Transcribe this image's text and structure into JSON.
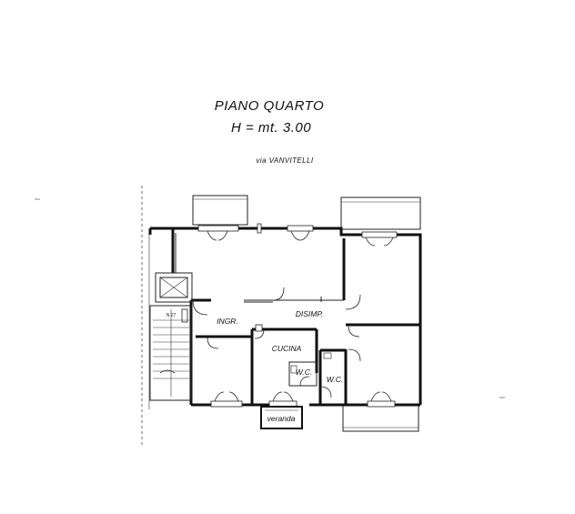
{
  "plan": {
    "title": "PIANO  QUARTO",
    "height_label": "H = mt. 3.00",
    "street_label": "via VANVITELLI",
    "stair_label": "N 27"
  },
  "rooms": {
    "ingresso": "INGR.",
    "disimpegno": "DISIMP.",
    "cucina": "CUCINA",
    "wc_1": "W.C.",
    "wc_2": "W.C.",
    "veranda": "veranda"
  }
}
